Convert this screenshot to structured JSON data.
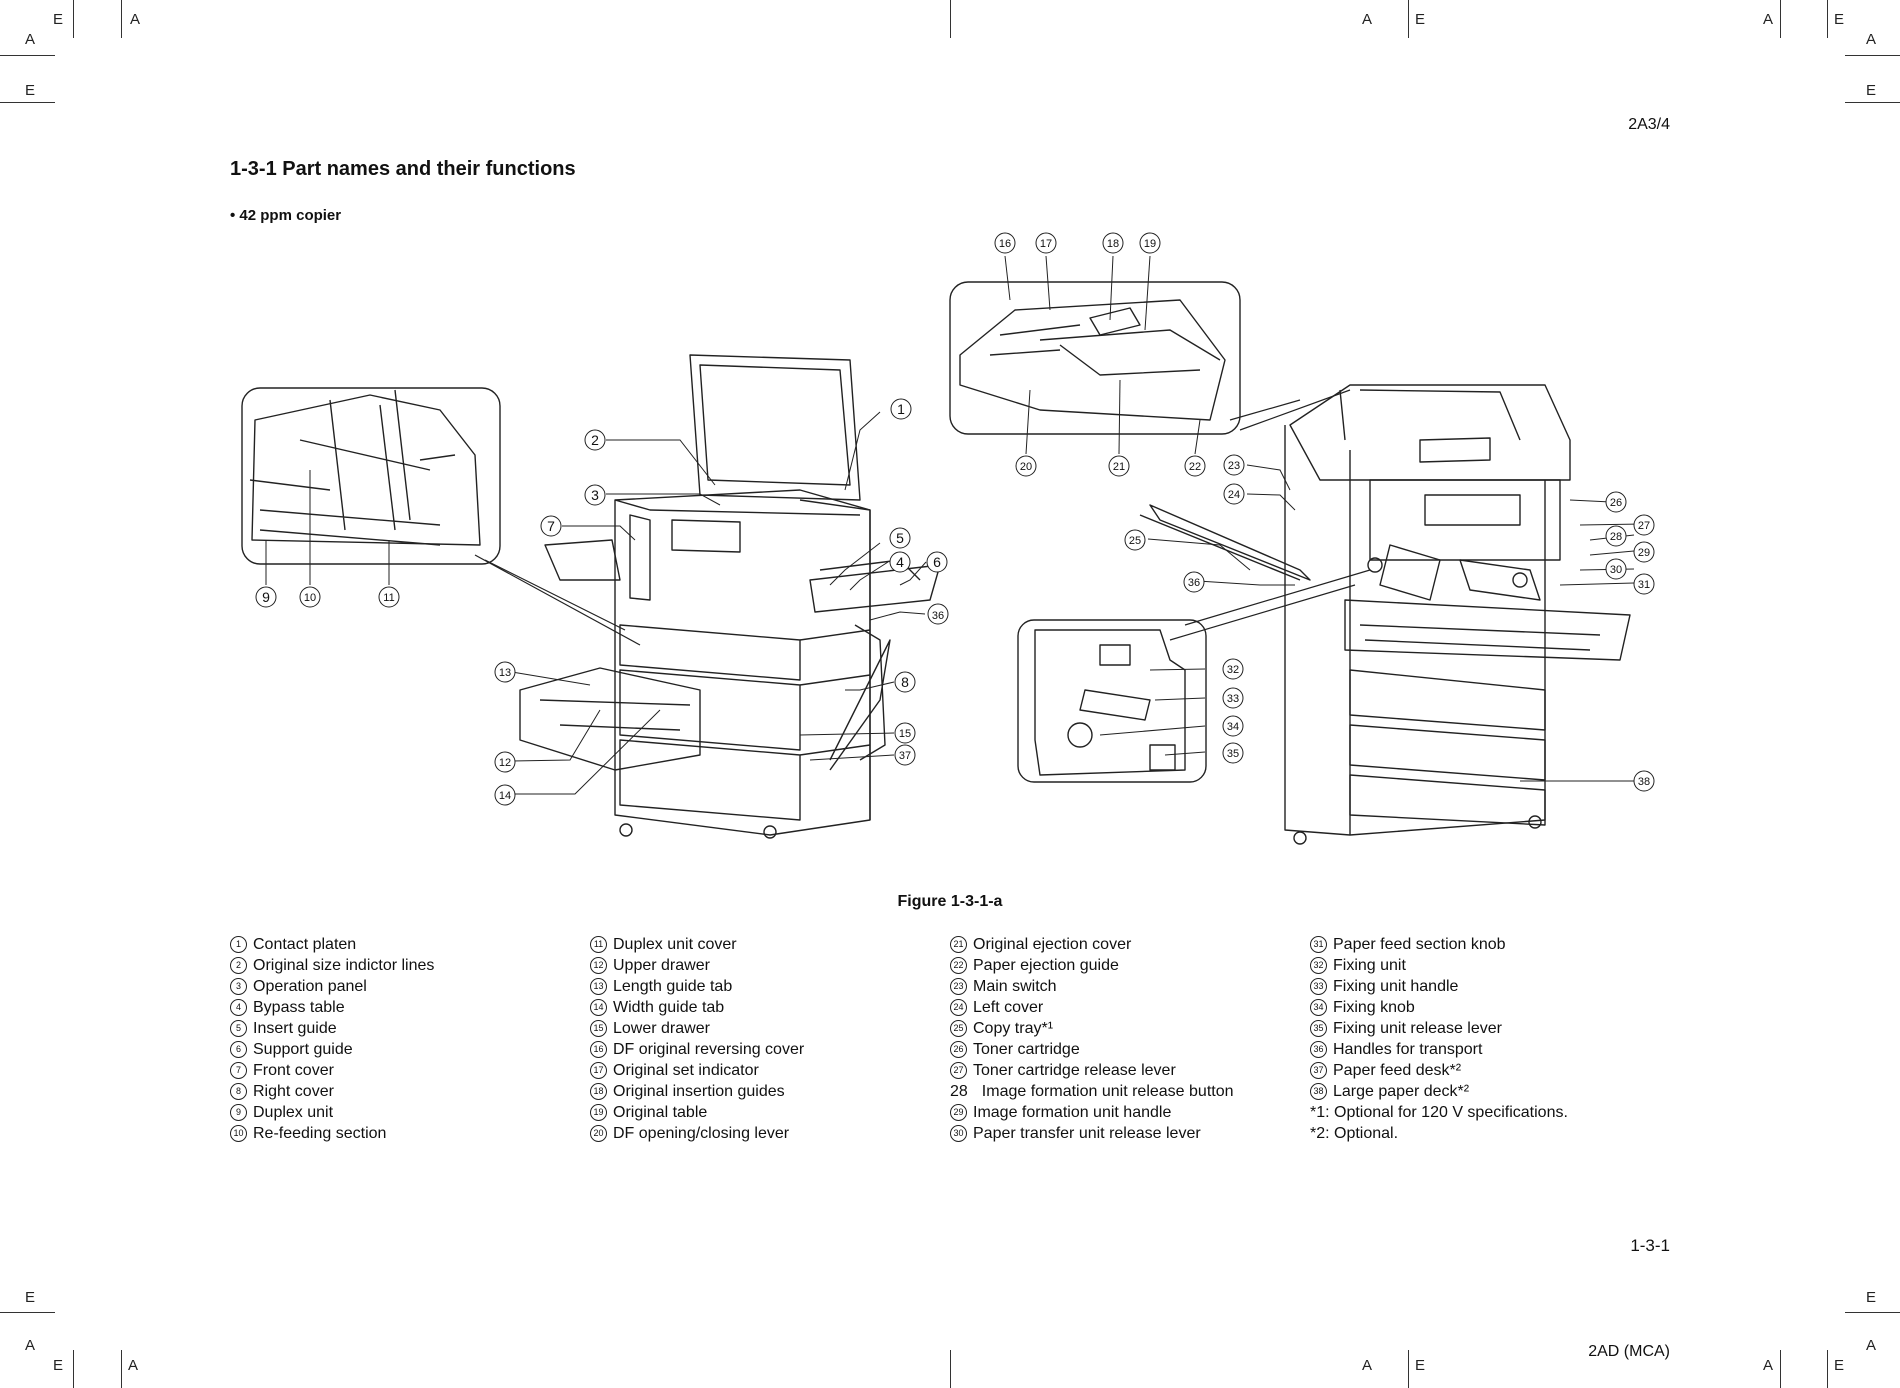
{
  "page": {
    "code_top": "2A3/4",
    "heading": "1-3-1  Part names and their functions",
    "subheading": "• 42 ppm copier",
    "figure_caption": "Figure 1-3-1-a",
    "page_number": "1-3-1",
    "doc_code": "2AD (MCA)"
  },
  "registration_marks": {
    "tl_e": "E",
    "tl_a1": "A",
    "tl_a2": "A",
    "tl_e2": "E",
    "tc_a": "A",
    "tc_e": "E",
    "tr_a": "A",
    "tr_e1": "E",
    "tr_a2": "A",
    "tr_e2": "E",
    "bl_e1": "E",
    "bl_a1": "A",
    "bl_e2": "E",
    "bl_a2": "A",
    "bc_a": "A",
    "bc_e": "E",
    "br_a1": "A",
    "br_e1": "E",
    "br_e2": "E",
    "br_a2": "A"
  },
  "callouts": {
    "c1": "1",
    "c2": "2",
    "c3": "3",
    "c4": "4",
    "c5": "5",
    "c6": "6",
    "c7": "7",
    "c8": "8",
    "c9": "9",
    "c10": "10",
    "c11": "11",
    "c12": "12",
    "c13": "13",
    "c14": "14",
    "c15": "15",
    "c16": "16",
    "c17": "17",
    "c18": "18",
    "c19": "19",
    "c20": "20",
    "c21": "21",
    "c22": "22",
    "c23": "23",
    "c24": "24",
    "c25": "25",
    "c26": "26",
    "c27": "27",
    "c28": "28",
    "c29": "29",
    "c30": "30",
    "c31": "31",
    "c32": "32",
    "c33": "33",
    "c34": "34",
    "c35": "35",
    "c36": "36",
    "c37": "37",
    "c38": "38"
  },
  "legend": {
    "col1": [
      {
        "num": "1",
        "label": "Contact platen"
      },
      {
        "num": "2",
        "label": "Original size indictor lines"
      },
      {
        "num": "3",
        "label": "Operation panel"
      },
      {
        "num": "4",
        "label": "Bypass table"
      },
      {
        "num": "5",
        "label": "Insert guide"
      },
      {
        "num": "6",
        "label": "Support guide"
      },
      {
        "num": "7",
        "label": "Front cover"
      },
      {
        "num": "8",
        "label": "Right cover"
      },
      {
        "num": "9",
        "label": "Duplex unit"
      },
      {
        "num": "10",
        "label": "Re-feeding section"
      }
    ],
    "col2": [
      {
        "num": "11",
        "label": "Duplex unit cover"
      },
      {
        "num": "12",
        "label": "Upper drawer"
      },
      {
        "num": "13",
        "label": "Length guide tab"
      },
      {
        "num": "14",
        "label": "Width guide tab"
      },
      {
        "num": "15",
        "label": "Lower drawer"
      },
      {
        "num": "16",
        "label": "DF original reversing cover"
      },
      {
        "num": "17",
        "label": "Original set indicator"
      },
      {
        "num": "18",
        "label": "Original insertion guides"
      },
      {
        "num": "19",
        "label": "Original table"
      },
      {
        "num": "20",
        "label": "DF opening/closing lever"
      }
    ],
    "col3": [
      {
        "num": "21",
        "label": "Original ejection cover"
      },
      {
        "num": "22",
        "label": "Paper ejection guide"
      },
      {
        "num": "23",
        "label": "Main switch"
      },
      {
        "num": "24",
        "label": "Left cover"
      },
      {
        "num": "25",
        "label": "Copy tray*¹"
      },
      {
        "num": "26",
        "label": "Toner cartridge"
      },
      {
        "num": "27",
        "label": "Toner cartridge release lever"
      },
      {
        "num": "28",
        "label": "Image formation unit release button"
      },
      {
        "num": "29",
        "label": "Image formation unit handle"
      },
      {
        "num": "30",
        "label": "Paper transfer unit release lever"
      }
    ],
    "col4": [
      {
        "num": "31",
        "label": "Paper feed section knob"
      },
      {
        "num": "32",
        "label": "Fixing unit"
      },
      {
        "num": "33",
        "label": "Fixing unit handle"
      },
      {
        "num": "34",
        "label": "Fixing knob"
      },
      {
        "num": "35",
        "label": "Fixing unit release lever"
      },
      {
        "num": "36",
        "label": "Handles for transport"
      },
      {
        "num": "37",
        "label": "Paper feed desk*²"
      },
      {
        "num": "38",
        "label": "Large paper deck*²"
      }
    ],
    "notes": {
      "note1": "*1: Optional for 120 V specifications.",
      "note2": "*2: Optional."
    }
  }
}
